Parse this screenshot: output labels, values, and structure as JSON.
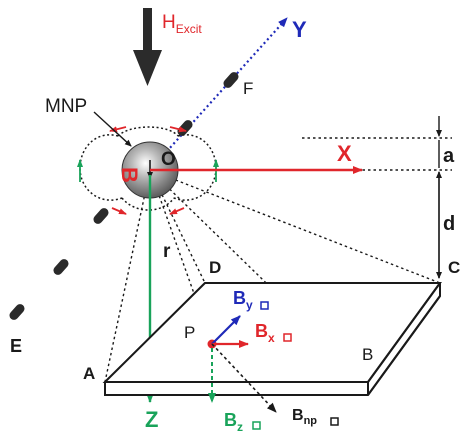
{
  "diagram": {
    "labels": {
      "h_excit_main": "H",
      "h_excit_sub": "Excit",
      "y_axis": "Y",
      "x_axis": "X",
      "z_axis": "Z",
      "f_point": "F",
      "e_point": "E",
      "mnp": "MNP",
      "origin": "O",
      "moment": "B",
      "dim_a": "a",
      "dim_d": "d",
      "r": "r",
      "corner_a": "A",
      "corner_b": "B",
      "corner_c": "C",
      "corner_d": "D",
      "point_p": "P",
      "by_main": "B",
      "by_sub": "y",
      "bx_main": "B",
      "bx_sub": "x",
      "bz_main": "B",
      "bz_sub": "z",
      "bnp_main": "B",
      "bnp_sub": "np"
    },
    "colors": {
      "black": "#1a1a1a",
      "red": "#e0262b",
      "blue": "#1f2ab8",
      "green": "#19a35a",
      "gray": "#555555"
    }
  }
}
